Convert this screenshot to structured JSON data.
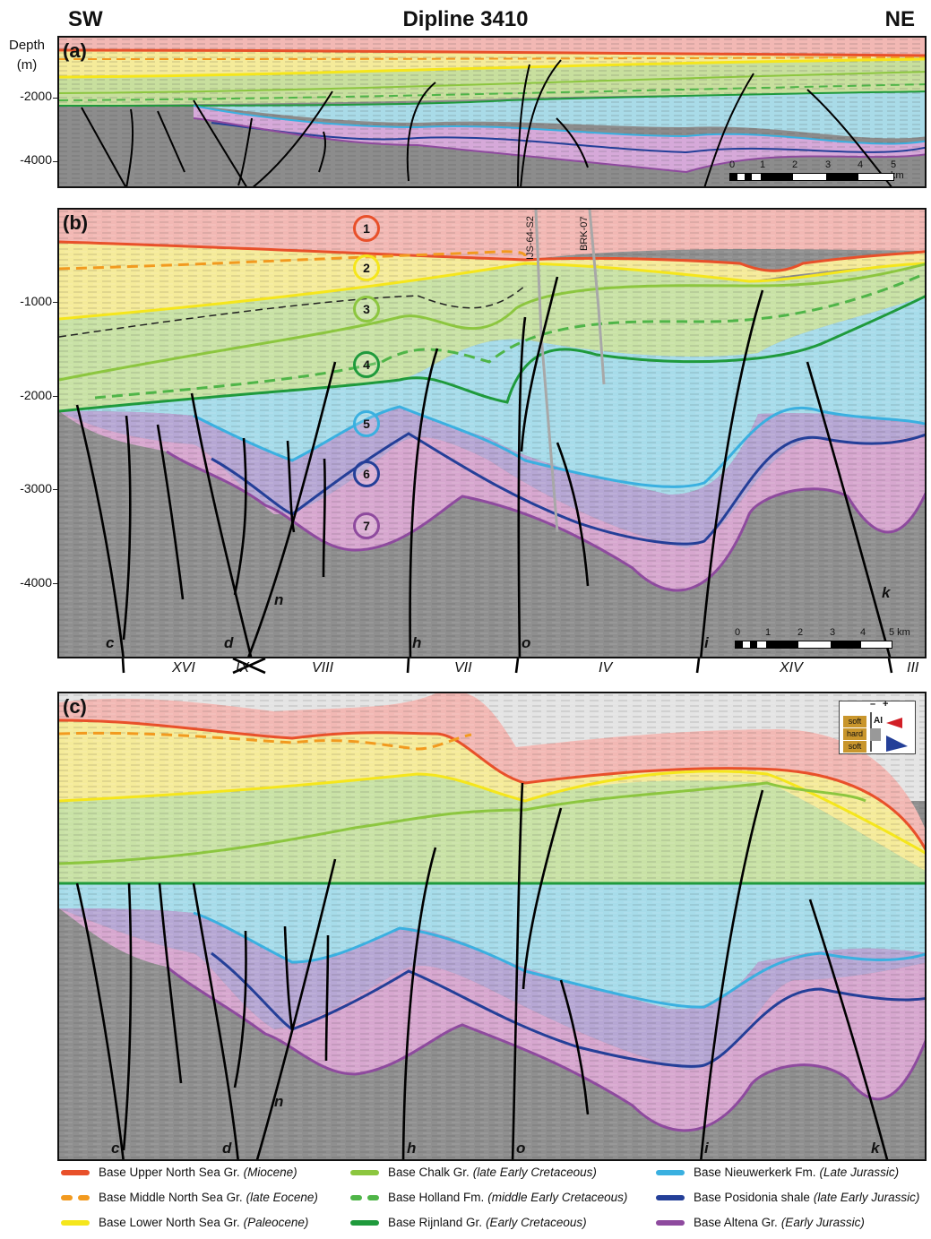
{
  "figure": {
    "title": "Dipline 3410",
    "left_direction": "SW",
    "right_direction": "NE",
    "depth_axis_title_line1": "Depth",
    "depth_axis_title_line2": "(m)"
  },
  "panel_a": {
    "label": "(a)",
    "depth_ticks": [
      "-2000",
      "-4000"
    ],
    "scale_bar": {
      "ticks": [
        "0",
        "1",
        "2",
        "3",
        "4"
      ],
      "end_label": "5 km"
    }
  },
  "panel_b": {
    "label": "(b)",
    "depth_ticks": [
      "-1000",
      "-2000",
      "-3000",
      "-4000"
    ],
    "horizon_numbers": [
      "1",
      "2",
      "3",
      "4",
      "5",
      "6",
      "7"
    ],
    "wells": [
      "IJS-64-S2",
      "BRK-07"
    ],
    "fault_labels": [
      "c",
      "d",
      "n",
      "h",
      "o",
      "i",
      "k"
    ],
    "block_labels": [
      "XVI",
      "IX",
      "VIII",
      "VII",
      "IV",
      "XIV",
      "III"
    ],
    "scale_bar": {
      "ticks": [
        "0",
        "1",
        "2",
        "3",
        "4"
      ],
      "end_label": "5 km"
    }
  },
  "panel_c": {
    "label": "(c)",
    "fault_labels": [
      "c",
      "d",
      "n",
      "h",
      "o",
      "i",
      "k"
    ],
    "impedance_key": {
      "minus": "–",
      "plus": "+",
      "ai": "AI",
      "top": "soft",
      "middle": "hard",
      "bottom": "soft"
    }
  },
  "colors": {
    "upper_north_sea": "#e8502a",
    "middle_north_sea": "#f29a1f",
    "lower_north_sea": "#f5e61c",
    "chalk": "#8cc63f",
    "holland": "#4fb548",
    "rijnland": "#1f9a3c",
    "nieuwerkerk": "#3ab0e0",
    "posidonia": "#243f98",
    "altena": "#8e4a9e"
  },
  "legend": [
    {
      "name": "Base Upper North Sea Gr.",
      "age": "(Miocene)",
      "color": "#e8502a",
      "dashed": false
    },
    {
      "name": "Base Middle North Sea Gr.",
      "age": "(late Eocene)",
      "color": "#f29a1f",
      "dashed": true
    },
    {
      "name": "Base Lower North Sea Gr.",
      "age": "(Paleocene)",
      "color": "#f5e61c",
      "dashed": false
    },
    {
      "name": "Base Chalk Gr.",
      "age": "(late Early Cretaceous)",
      "color": "#8cc63f",
      "dashed": false
    },
    {
      "name": "Base Holland Fm.",
      "age": "(middle Early Cretaceous)",
      "color": "#4fb548",
      "dashed": true
    },
    {
      "name": "Base Rijnland Gr.",
      "age": "(Early Cretaceous)",
      "color": "#1f9a3c",
      "dashed": false
    },
    {
      "name": "Base Nieuwerkerk Fm.",
      "age": "(Late Jurassic)",
      "color": "#3ab0e0",
      "dashed": false
    },
    {
      "name": "Base Posidonia shale",
      "age": "(late Early Jurassic)",
      "color": "#243f98",
      "dashed": false
    },
    {
      "name": "Base Altena Gr.",
      "age": "(Early Jurassic)",
      "color": "#8e4a9e",
      "dashed": false
    }
  ]
}
